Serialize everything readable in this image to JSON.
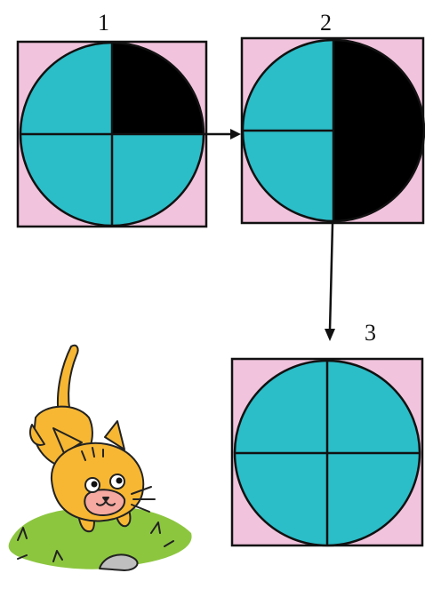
{
  "panels": [
    {
      "label": "1",
      "filled_quarters": [
        "top-right"
      ]
    },
    {
      "label": "2",
      "filled_quarters": [
        "top-right",
        "bottom-right"
      ]
    },
    {
      "label": "3",
      "filled_quarters": []
    }
  ],
  "arrows": [
    {
      "from": "1",
      "to": "2"
    },
    {
      "from": "2",
      "to": "3"
    }
  ],
  "colors": {
    "background_square": "#f1c3dc",
    "circle_fill": "#2bbdc8",
    "shaded_fill": "#000000",
    "outline": "#111111",
    "cat_body": "#f7b733",
    "grass": "#8cc63f"
  },
  "decoration": {
    "icon": "cat-icon"
  }
}
